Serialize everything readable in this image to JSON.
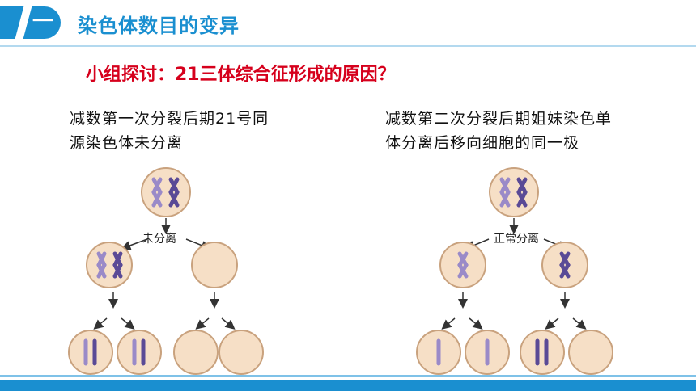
{
  "header": {
    "number": "一",
    "title": "染色体数目的变异"
  },
  "question": "小组探讨：21三体综合征形成的原因？",
  "left_panel": {
    "line1": "减数第一次分裂后期21号同",
    "line2": "源染色体未分离",
    "arrow_label": "未分离"
  },
  "right_panel": {
    "line1": "减数第二次分裂后期姐妹染色单",
    "line2": "体分离后移向细胞的同一极",
    "arrow_label": "正常分离"
  },
  "colors": {
    "accent": "#1a8fd0",
    "question": "#d6001c",
    "cell_fill": "#f6dfc6",
    "cell_stroke": "#c9a27e",
    "chromosome_light": "#9a8ac8",
    "chromosome_dark": "#5a4a96"
  }
}
